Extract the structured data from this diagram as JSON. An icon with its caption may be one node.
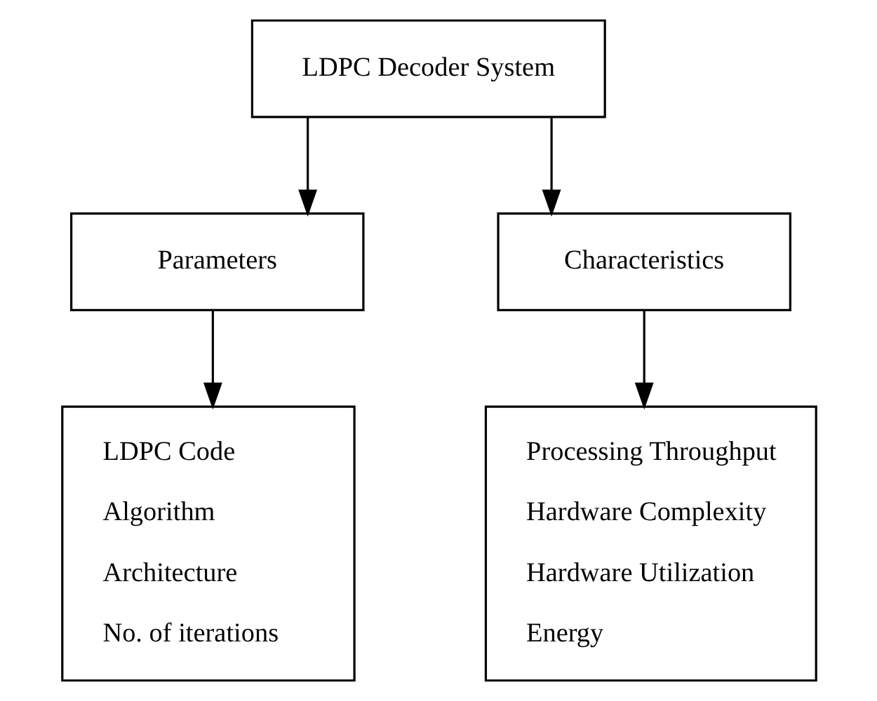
{
  "diagram": {
    "nodes": [
      {
        "text": [
          "LDPC Decoder System"
        ]
      },
      {
        "text": [
          "Parameters"
        ]
      },
      {
        "text": [
          "Characteristics"
        ]
      },
      {
        "text": [
          "LDPC Code",
          "Algorithm",
          "Architecture",
          "No. of iterations"
        ]
      },
      {
        "text": [
          "Processing Throughput",
          "Hardware Complexity",
          "Hardware Utilization",
          "Energy"
        ]
      }
    ],
    "edges": [
      {
        "from": 0,
        "to": 1,
        "arrow": "to"
      },
      {
        "from": 0,
        "to": 2,
        "arrow": "to"
      },
      {
        "from": 1,
        "to": 3,
        "arrow": "to"
      },
      {
        "from": 2,
        "to": 4,
        "arrow": "to"
      }
    ]
  }
}
